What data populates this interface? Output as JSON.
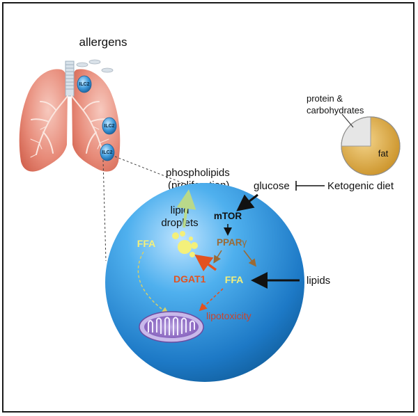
{
  "labels": {
    "allergens": "allergens",
    "ilc2_top": "ILC2",
    "ilc2_mid": "ILC2",
    "ilc2_bot": "ILC2",
    "protein_line1": "protein &",
    "protein_line2": "carbohydrates",
    "fat": "fat",
    "phospholipids": "phospholipids",
    "proliferation": "(proliferation)",
    "glucose": "glucose",
    "ketogenic_diet": "Ketogenic diet",
    "lipid": "lipid",
    "droplets": "droplets",
    "mtor": "mTOR",
    "ppar": "PPAR",
    "gamma": "γ",
    "ffa_left": "FFA",
    "dgat1": "DGAT1",
    "ffa_center": "FFA",
    "lipids": "lipids",
    "lipotoxicity": "lipotoxicity"
  },
  "diet_pie": {
    "slices": [
      {
        "name": "protein & carbohydrates",
        "fraction": 0.25,
        "color": "#e6e6e6"
      },
      {
        "name": "fat",
        "fraction": 0.75,
        "color": "#d9a43c"
      }
    ]
  },
  "colors": {
    "cell": "#2b8fd6",
    "lung": "#e27b6a",
    "ffa": "#f4f07a",
    "dgat1": "#e3521f",
    "ppar": "#9a6a35",
    "lipotoxicity": "#c8442e",
    "mitochondrion": "#8a5fbf"
  }
}
